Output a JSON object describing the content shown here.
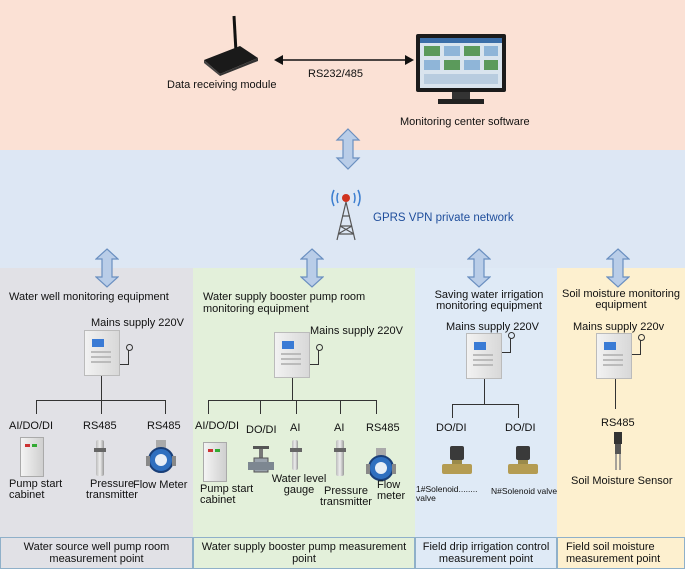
{
  "top": {
    "receiver_label": "Data receiving module",
    "link_label": "RS232/485",
    "software_label": "Monitoring center software"
  },
  "network": {
    "label": "GPRS VPN private network"
  },
  "panels": [
    {
      "title": "Water well monitoring equipment",
      "power": "Mains supply 220V",
      "ports": [
        "AI/DO/DI",
        "RS485",
        "RS485"
      ],
      "devices": [
        "Pump start cabinet",
        "Pressure transmitter",
        "Flow Meter"
      ],
      "footer": "Water source well pump room measurement point"
    },
    {
      "title": "Water supply booster pump room monitoring equipment",
      "power": "Mains supply 220V",
      "ports": [
        "AI/DO/DI",
        "DO/DI",
        "AI",
        "AI",
        "RS485"
      ],
      "devices": [
        "Pump start cabinet",
        "Water level gauge",
        "Pressure transmitter",
        "Flow meter"
      ],
      "footer": "Water supply booster pump measurement point"
    },
    {
      "title": "Saving water irrigation monitoring equipment",
      "power": "Mains supply 220V",
      "ports": [
        "DO/DI",
        "DO/DI"
      ],
      "devices": [
        "1#Solenoid........ valve",
        "N#Solenoid valve"
      ],
      "footer": "Field drip irrigation control measurement point"
    },
    {
      "title": "Soil moisture monitoring equipment",
      "power": "Mains supply 220v",
      "ports": [
        "RS485"
      ],
      "devices": [
        "Soil Moisture Sensor"
      ],
      "footer": "Field soil moisture measurement point"
    }
  ],
  "colors": {
    "arrow_fill": "#b9cde8",
    "arrow_stroke": "#6a8fc0",
    "accent_blue": "#1f4e9c"
  }
}
